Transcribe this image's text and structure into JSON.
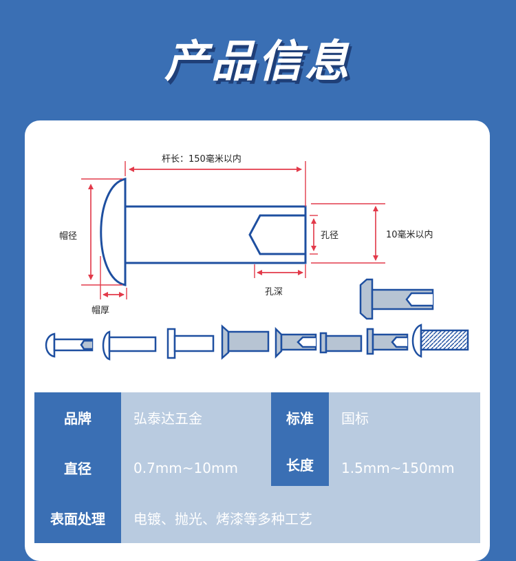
{
  "header": {
    "title": "产品信息"
  },
  "diagram": {
    "rod_length": "杆长：150毫米以内",
    "cap_diameter": "帽径",
    "cap_thickness": "帽厚",
    "hole_diameter": "孔径",
    "hole_depth": "孔深",
    "diameter_limit": "10毫米以内"
  },
  "colors": {
    "background": "#3a6fb4",
    "rivet_outline": "#1e4fa0",
    "dimension": "#e23a4a",
    "table_label": "#3a6fb4",
    "table_value": "#b9cbe0"
  },
  "specs": {
    "brand_label": "品牌",
    "brand_value": "弘泰达五金",
    "standard_label": "标准",
    "standard_value": "国标",
    "diameter_label": "直径",
    "diameter_value": "0.7mm~10mm",
    "length_label": "长度",
    "length_value": "1.5mm~150mm",
    "surface_label": "表面处理",
    "surface_value": "电镀、抛光、烤漆等多种工艺"
  }
}
